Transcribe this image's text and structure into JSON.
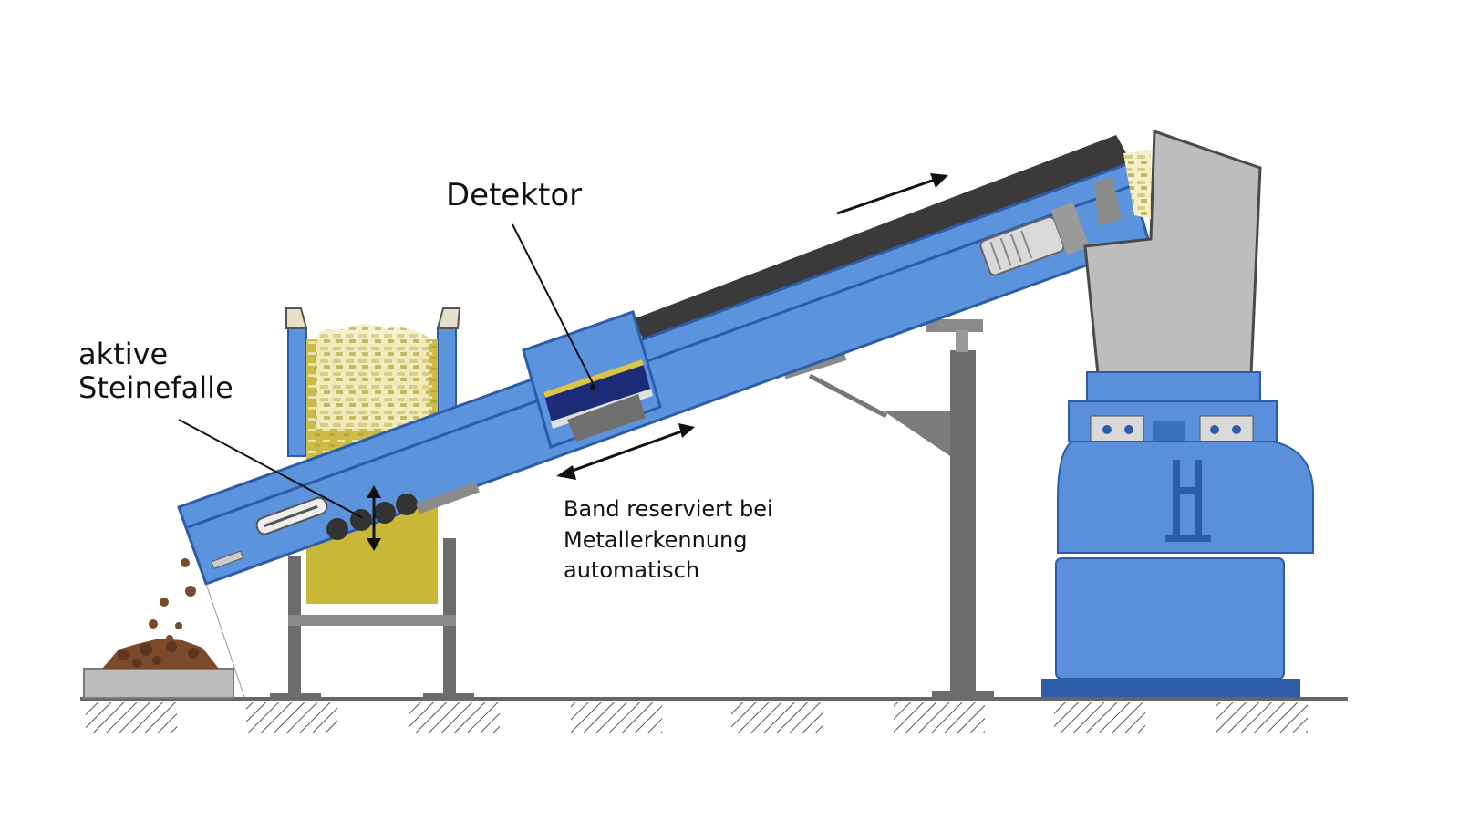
{
  "labels": {
    "detector": "Detektor",
    "stone_trap_line1": "aktive",
    "stone_trap_line2": "Steinefalle",
    "band_line1": "Band reserviert bei",
    "band_line2": "Metallerkennung",
    "band_line3": "automatisch"
  },
  "colors": {
    "conveyor_blue": "#5b93dc",
    "conveyor_edge": "#2d5da8",
    "belt_dark": "#3a3a3a",
    "hopper_gray": "#bdbdbd",
    "steel_gray": "#6c6c6c",
    "chips_yellow": "#d8c64a",
    "shredder_blue": "#5a8fdc",
    "stones_brown": "#7a4a2a",
    "background": "#ffffff"
  },
  "icons": [
    "arrow-up-right-icon",
    "double-arrow-icon",
    "vertical-double-arrow-icon",
    "motor-icon",
    "logo-hl-icon"
  ]
}
